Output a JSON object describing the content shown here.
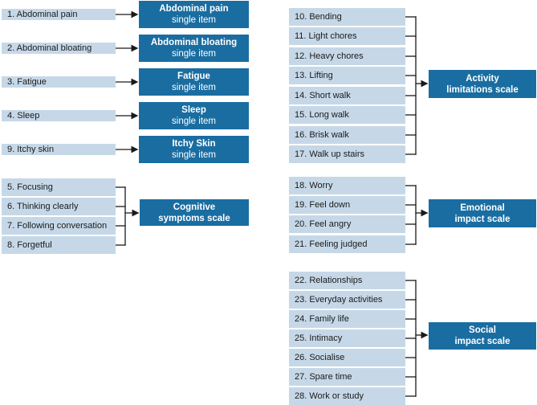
{
  "colors": {
    "background": "#ffffff",
    "bar_bg": "#c6d8e8",
    "box_bg": "#1a6da1",
    "bar_text": "#1a1a1a",
    "box_text": "#ffffff",
    "line": "#1a1a1a"
  },
  "left_single": {
    "items": [
      {
        "label": "1. Abdominal pain",
        "box_title": "Abdominal pain",
        "box_sub": "single item"
      },
      {
        "label": "2. Abdominal bloating",
        "box_title": "Abdominal bloating",
        "box_sub": "single item"
      },
      {
        "label": "3. Fatigue",
        "box_title": "Fatigue",
        "box_sub": "single item"
      },
      {
        "label": "4. Sleep",
        "box_title": "Sleep",
        "box_sub": "single item"
      },
      {
        "label": "9. Itchy skin",
        "box_title": "Itchy Skin",
        "box_sub": "single item"
      }
    ]
  },
  "groups": [
    {
      "name": "cognitive",
      "scale_line1": "Cognitive",
      "scale_line2": "symptoms scale",
      "items": [
        "5. Focusing",
        "6. Thinking clearly",
        "7. Following conversation",
        "8. Forgetful"
      ]
    },
    {
      "name": "activity",
      "scale_line1": "Activity",
      "scale_line2": "limitations scale",
      "items": [
        "10. Bending",
        "11. Light chores",
        "12. Heavy chores",
        "13. Lifting",
        "14. Short walk",
        "15. Long walk",
        "16. Brisk walk",
        "17. Walk up stairs"
      ]
    },
    {
      "name": "emotional",
      "scale_line1": "Emotional",
      "scale_line2": "impact scale",
      "items": [
        "18. Worry",
        "19. Feel down",
        "20. Feel angry",
        "21. Feeling judged"
      ]
    },
    {
      "name": "social",
      "scale_line1": "Social",
      "scale_line2": "impact scale",
      "items": [
        "22. Relationships",
        "23. Everyday activities",
        "24. Family life",
        "25. Intimacy",
        "26. Socialise",
        "27. Spare time",
        "28. Work or study"
      ]
    }
  ]
}
